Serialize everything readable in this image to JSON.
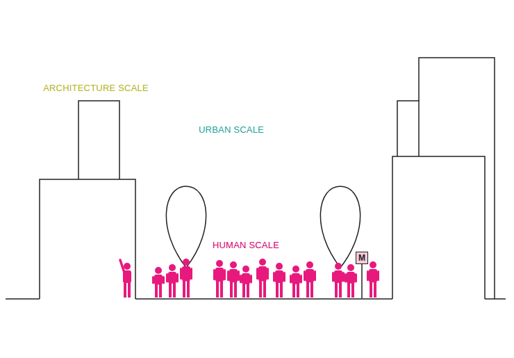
{
  "diagram": {
    "nodes": [
      {
        "text": [
          "ARCHITECTURE SCALE"
        ]
      },
      {
        "text": [
          "URBAN SCALE"
        ]
      },
      {
        "text": [
          "HUMAN SCALE"
        ]
      },
      {
        "text": [
          "M"
        ]
      }
    ]
  }
}
